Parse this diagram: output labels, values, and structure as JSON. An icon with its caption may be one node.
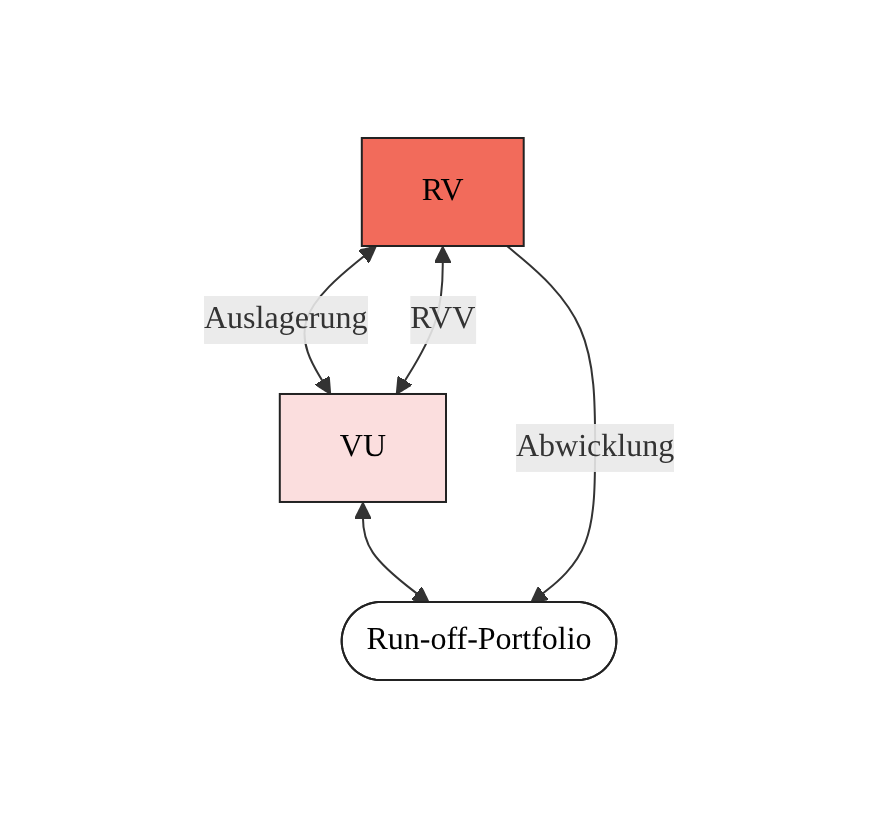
{
  "diagram": {
    "nodes": [
      {
        "text": [
          "RV"
        ]
      },
      {
        "text": [
          "VU"
        ]
      },
      {
        "text": [
          "Run-off-Portfolio"
        ]
      }
    ],
    "edges": [
      {
        "from": 0,
        "to": 1,
        "arrow": "both",
        "label": "Auslagerung"
      },
      {
        "from": 0,
        "to": 1,
        "arrow": "both",
        "label": "RVV"
      },
      {
        "from": 1,
        "to": 2,
        "arrow": "both"
      },
      {
        "from": 0,
        "to": 2,
        "arrow": "to",
        "label": "Abwicklung"
      }
    ]
  }
}
